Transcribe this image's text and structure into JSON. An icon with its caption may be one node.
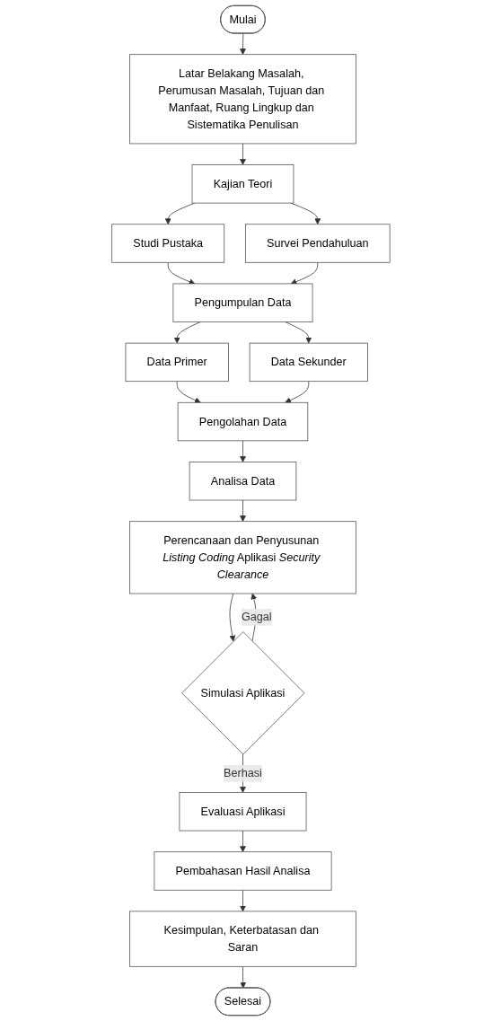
{
  "diagram": {
    "nodes": [
      {
        "text": [
          "Mulai"
        ]
      },
      {
        "text": [
          "Latar Belakang Masalah, Perumusan Masalah, Tujuan dan Manfaat, Ruang Lingkup dan Sistematika Penulisan"
        ]
      },
      {
        "text": [
          "Kajian Teori"
        ]
      },
      {
        "text": [
          "Studi Pustaka"
        ]
      },
      {
        "text": [
          "Survei Pendahuluan"
        ]
      },
      {
        "text": [
          "Pengumpulan Data"
        ]
      },
      {
        "text": [
          "Data Primer"
        ]
      },
      {
        "text": [
          "Data Sekunder"
        ]
      },
      {
        "text": [
          "Pengolahan Data"
        ]
      },
      {
        "text": [
          "Analisa Data"
        ]
      },
      {
        "text": [
          "Perencanaan dan Penyusunan *Listing Coding* Aplikasi *Security Clearance*"
        ]
      },
      {
        "text": [
          "Simulasi Aplikasi"
        ]
      },
      {
        "text": [
          "Evaluasi Aplikasi"
        ]
      },
      {
        "text": [
          "Pembahasan Hasil Analisa"
        ]
      },
      {
        "text": [
          "Kesimpulan, Keterbatasan dan Saran"
        ]
      },
      {
        "text": [
          "Selesai"
        ]
      }
    ],
    "edges": [
      {
        "from": 0,
        "to": 1,
        "arrow": "to"
      },
      {
        "from": 1,
        "to": 2,
        "arrow": "to"
      },
      {
        "from": 2,
        "to": 3,
        "arrow": "to"
      },
      {
        "from": 2,
        "to": 4,
        "arrow": "to"
      },
      {
        "from": 3,
        "to": 5,
        "arrow": "to"
      },
      {
        "from": 4,
        "to": 5,
        "arrow": "to"
      },
      {
        "from": 5,
        "to": 6,
        "arrow": "to"
      },
      {
        "from": 5,
        "to": 7,
        "arrow": "to"
      },
      {
        "from": 6,
        "to": 8,
        "arrow": "to"
      },
      {
        "from": 7,
        "to": 8,
        "arrow": "to"
      },
      {
        "from": 8,
        "to": 9,
        "arrow": "to"
      },
      {
        "from": 9,
        "to": 10,
        "arrow": "to"
      },
      {
        "from": 10,
        "to": 11,
        "arrow": "to"
      },
      {
        "from": 11,
        "to": 10,
        "label": "Gagal",
        "arrow": "to"
      },
      {
        "from": 11,
        "to": 12,
        "label": "Berhasi",
        "arrow": "to"
      },
      {
        "from": 12,
        "to": 13,
        "arrow": "to"
      },
      {
        "from": 13,
        "to": 14,
        "arrow": "to"
      },
      {
        "from": 14,
        "to": 15,
        "arrow": "to"
      }
    ]
  }
}
